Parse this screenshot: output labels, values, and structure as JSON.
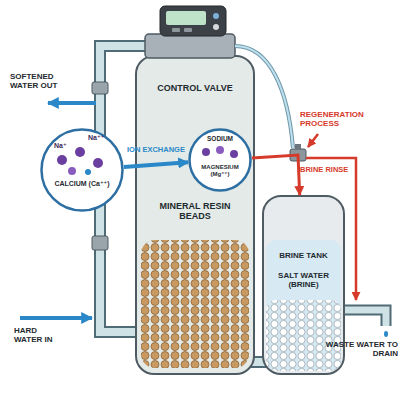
{
  "diagram": {
    "nodes": [
      {
        "text": [
          "CONTROL VALVE",
          "MINERAL RESIN BEADS"
        ]
      },
      {
        "text": [
          "Na⁺",
          "Na⁺⁺",
          "CALCIUM (Ca⁺⁺)"
        ]
      },
      {
        "text": [
          "SODIUM",
          "MAGNESIUM (Mg⁺⁺)"
        ],
        "in": 0
      },
      {
        "text": [
          "BRINE TANK",
          "SALT WATER (BRINE)"
        ]
      }
    ],
    "edges": [
      {
        "from": 1,
        "to": 2,
        "arrow": "to",
        "label": "ION EXCHANGE"
      },
      {
        "from": 2,
        "to": 3,
        "arrow": "to"
      }
    ],
    "labels": [
      "SOFTENED WATER OUT",
      "HARD WATER IN",
      "REGENERATION PROCESS",
      "BRINE RINSE",
      "WASTE WATER TO DRAIN"
    ]
  }
}
